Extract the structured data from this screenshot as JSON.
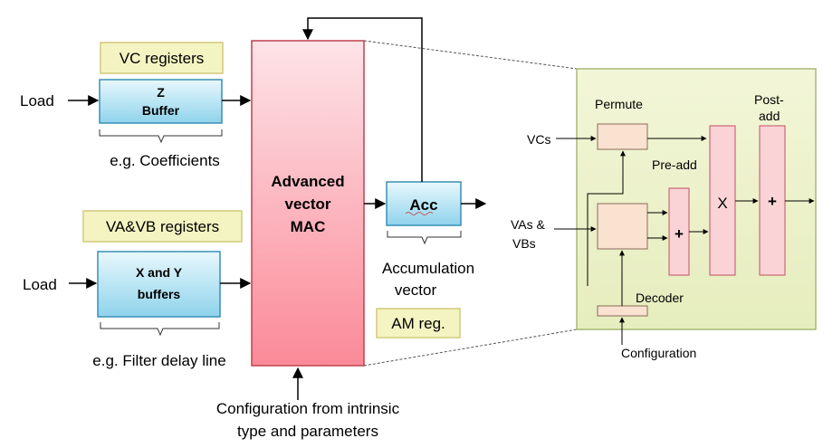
{
  "left": {
    "vc_registers": "VC registers",
    "z_buffer": [
      "Z",
      "Buffer"
    ],
    "load_top": "Load",
    "coefficients_note": "e.g. Coefficients",
    "vavb_registers": "VA&VB  registers",
    "xy_buffers": [
      "X and Y",
      "buffers"
    ],
    "load_bottom": "Load",
    "filter_note": "e.g. Filter delay line"
  },
  "mac": {
    "title": [
      "Advanced",
      "vector",
      "MAC"
    ],
    "config_note": [
      "Configuration from intrinsic",
      "type and parameters"
    ]
  },
  "acc": {
    "label": "Acc",
    "note": [
      "Accumulation",
      "vector"
    ],
    "am_reg": "AM reg."
  },
  "detail": {
    "permute": "Permute",
    "post_add": [
      "Post-",
      "add"
    ],
    "vcs": "VCs",
    "pre_add": "Pre-add",
    "vas_vbs": [
      "VAs &",
      "VBs"
    ],
    "multiply": "X",
    "plus": "+",
    "decoder": "Decoder",
    "configuration": "Configuration"
  },
  "colors": {
    "register_fill": "#f4f4c2",
    "register_stroke": "#d2c97a",
    "buffer_top": "#e8f8fc",
    "buffer_bottom": "#8fd3ec",
    "buffer_stroke": "#3a8fb6",
    "mac_top": "#fde4e8",
    "mac_bottom": "#fb8a98",
    "mac_stroke": "#c0404e",
    "detail_panel": "#ecf1c9",
    "detail_stroke": "#a8b878",
    "unit_fill": "#f9d3d6",
    "unit_stroke": "#c25060",
    "permute_fill": "#fbe1cf"
  }
}
